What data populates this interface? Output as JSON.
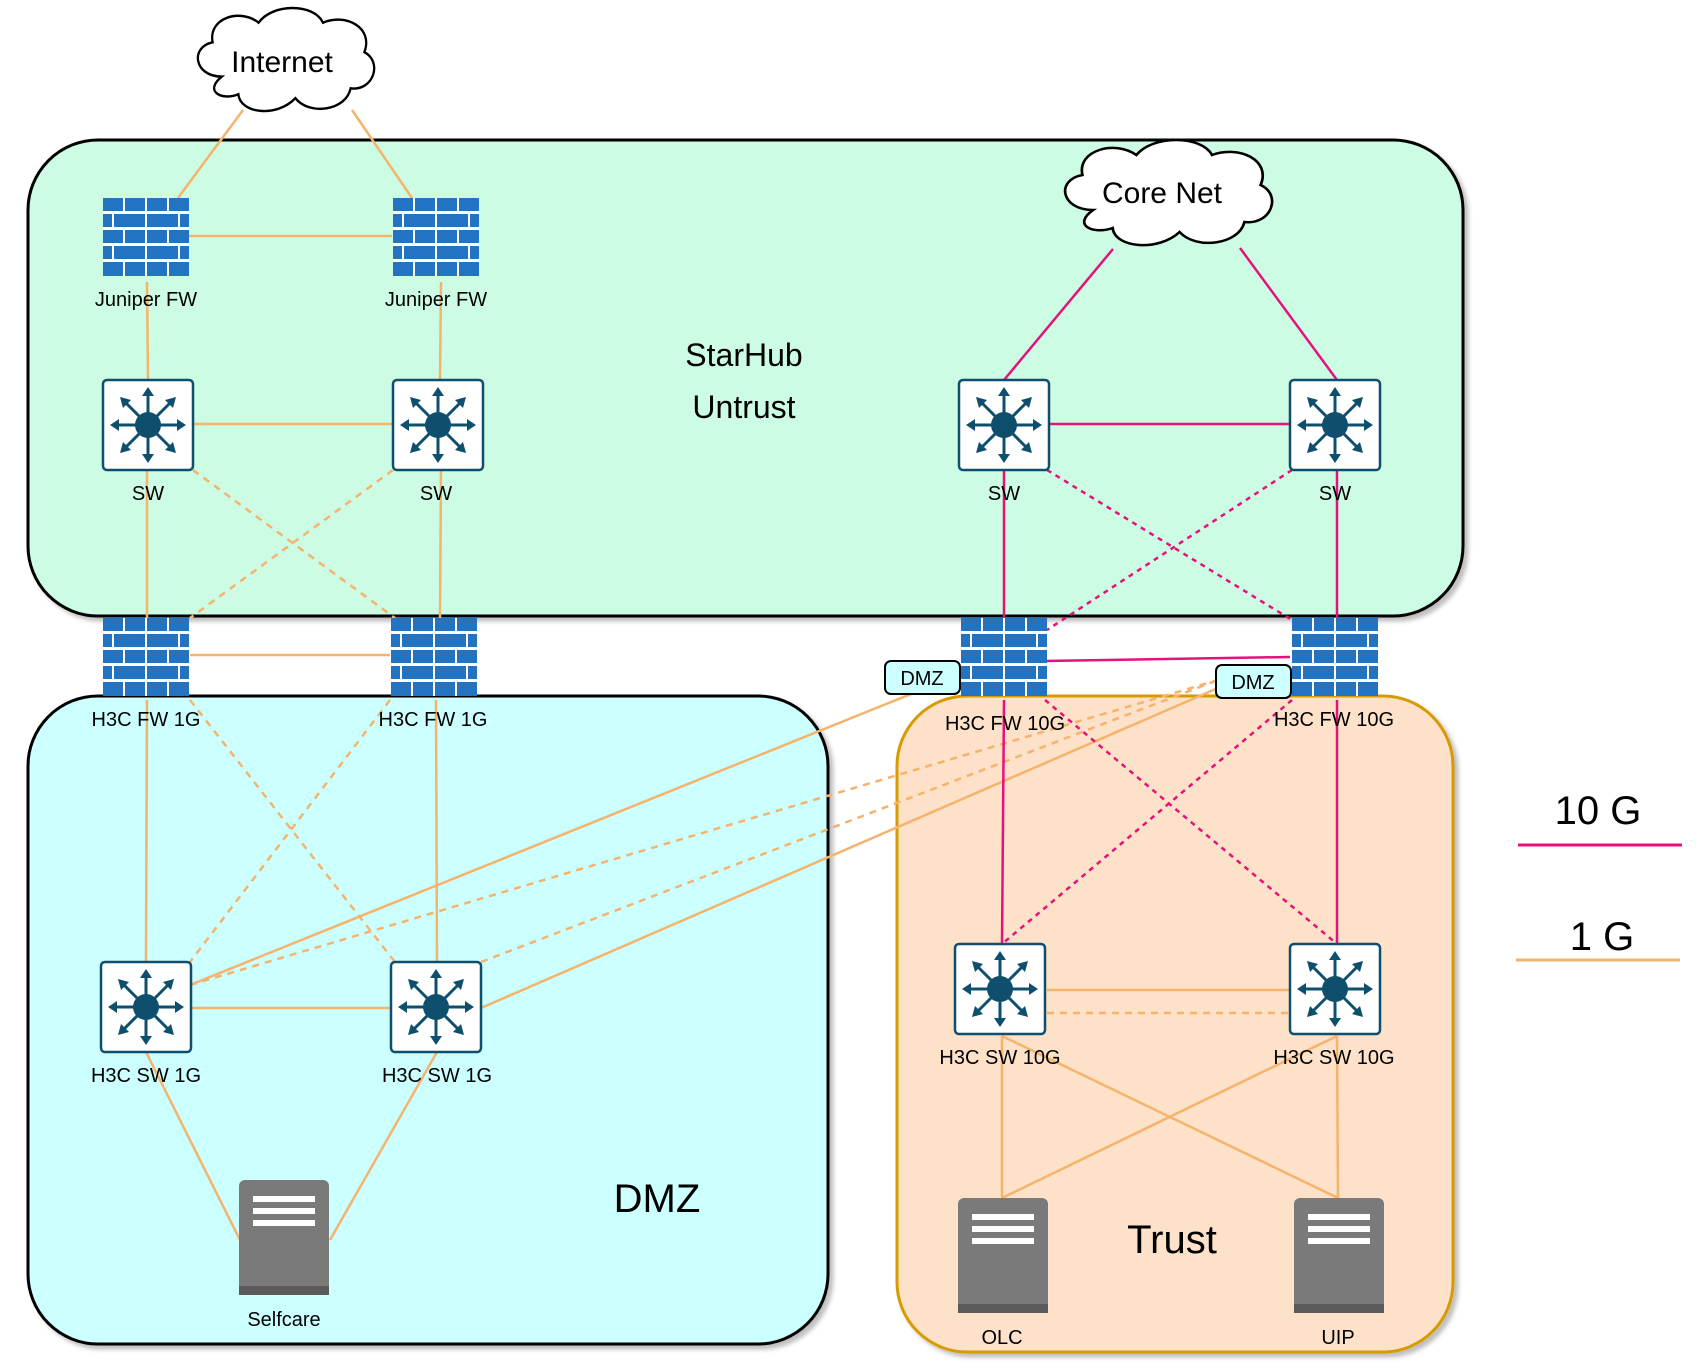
{
  "zones": {
    "untrust": {
      "line1": "StarHub",
      "line2": "Untrust"
    },
    "dmz": {
      "label": "DMZ"
    },
    "trust": {
      "label": "Trust"
    }
  },
  "clouds": {
    "internet": "Internet",
    "core_net": "Core Net"
  },
  "devices": {
    "juniper_fw_1": "Juniper FW",
    "juniper_fw_2": "Juniper FW",
    "untrust_sw_1": "SW",
    "untrust_sw_2": "SW",
    "untrust_sw_3": "SW",
    "untrust_sw_4": "SW",
    "h3c_fw_1g_1": "H3C FW 1G",
    "h3c_fw_1g_2": "H3C FW 1G",
    "h3c_fw_10g_1": "H3C FW 10G",
    "h3c_fw_10g_2": "H3C FW 10G",
    "h3c_sw_1g_1": "H3C SW 1G",
    "h3c_sw_1g_2": "H3C SW 1G",
    "h3c_sw_10g_1": "H3C SW 10G",
    "h3c_sw_10g_2": "H3C SW 10G",
    "selfcare": "Selfcare",
    "olc": "OLC",
    "uip": "UIP"
  },
  "dmz_tags": {
    "tag_1": "DMZ",
    "tag_2": "DMZ"
  },
  "legend": {
    "ten_g": {
      "label": "10 G",
      "color": "#e6117a"
    },
    "one_g": {
      "label": "1 G",
      "color": "#f5b36c"
    }
  },
  "colors": {
    "untrust_fill": "#ccfce3",
    "dmz_fill": "#ccffff",
    "trust_fill": "#fde2c9",
    "trust_border": "#d79b00",
    "device_blue": "#2273c2",
    "switch_dark": "#0f4f6e",
    "server_gray": "#7a7a7a"
  }
}
